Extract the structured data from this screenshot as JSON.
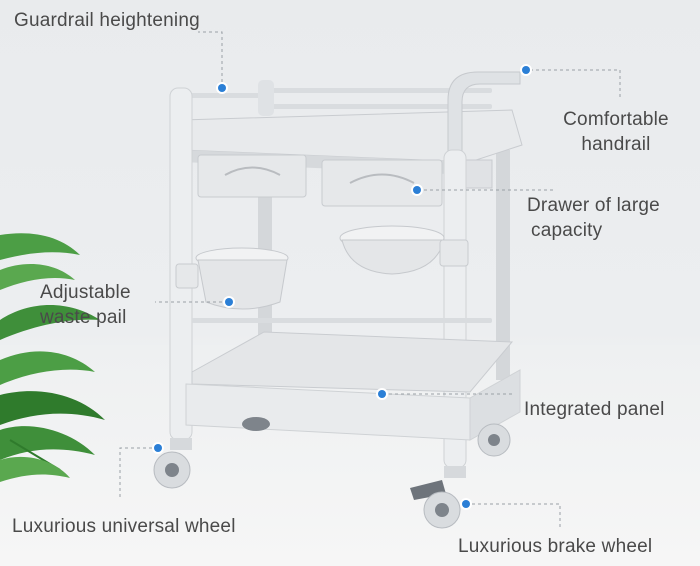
{
  "callouts": {
    "guardrail": "Guardrail heightening",
    "handrail_line1": "Comfortable",
    "handrail_line2": "handrail",
    "drawer_line1": "Drawer of large",
    "drawer_line2": "capacity",
    "pail_line1": "Adjustable",
    "pail_line2": "waste pail",
    "panel": "Integrated panel",
    "universal_wheel": "Luxurious universal wheel",
    "brake_wheel": "Luxurious brake wheel"
  },
  "colors": {
    "marker": "#2b7fd6",
    "text": "#4a4a4a",
    "leader": "#9aa0a6",
    "cart": "#e3e5e7",
    "plant": "#3f8f3a"
  }
}
